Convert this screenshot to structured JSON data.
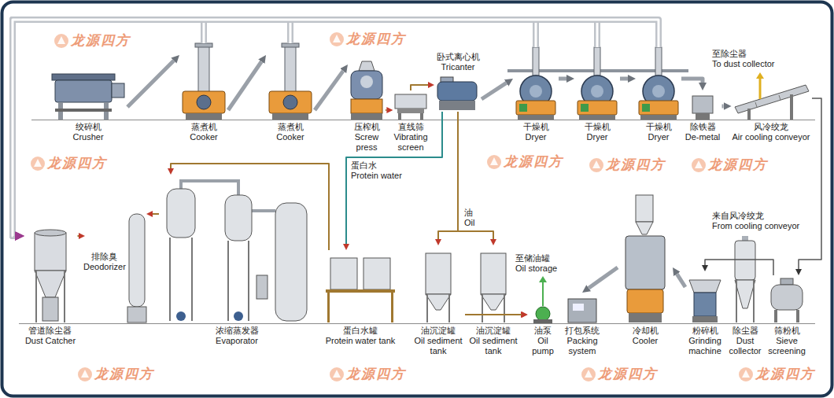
{
  "diagram": {
    "nodes": [
      {
        "text": [
          "绞碎机",
          "Crusher"
        ]
      },
      {
        "text": [
          "蒸煮机",
          "Cooker"
        ]
      },
      {
        "text": [
          "蒸煮机",
          "Cooker"
        ]
      },
      {
        "text": [
          "压榨机",
          "Screw press"
        ]
      },
      {
        "text": [
          "直线筛",
          "Vibrating screen"
        ]
      },
      {
        "text": [
          "卧式离心机",
          "Tricanter"
        ]
      },
      {
        "text": [
          "干燥机",
          "Dryer"
        ]
      },
      {
        "text": [
          "干燥机",
          "Dryer"
        ]
      },
      {
        "text": [
          "干燥机",
          "Dryer"
        ]
      },
      {
        "text": [
          "除铁器",
          "De-metal"
        ]
      },
      {
        "text": [
          "风冷绞龙",
          "Air cooling conveyor"
        ]
      },
      {
        "text": [
          "管道除尘器",
          "Dust Catcher"
        ]
      },
      {
        "text": [
          "排除臭",
          "Deodorizer"
        ]
      },
      {
        "text": [
          "浓缩蒸发器",
          "Evaporator"
        ]
      },
      {
        "text": [
          "蛋白水罐",
          "Protein water tank"
        ]
      },
      {
        "text": [
          "油沉淀罐",
          "Oil sediment tank"
        ]
      },
      {
        "text": [
          "油沉淀罐",
          "Oil sediment tank"
        ]
      },
      {
        "text": [
          "油泵",
          "Oil pump"
        ]
      },
      {
        "text": [
          "打包系统",
          "Packing system"
        ]
      },
      {
        "text": [
          "冷却机",
          "Cooler"
        ]
      },
      {
        "text": [
          "粉碎机",
          "Grinding machine"
        ]
      },
      {
        "text": [
          "除尘器",
          "Dust collector"
        ]
      },
      {
        "text": [
          "筛粉机",
          "Sieve screening"
        ]
      }
    ],
    "edges": [
      {
        "from": 0,
        "to": 1,
        "arrow": "to"
      },
      {
        "from": 1,
        "to": 2,
        "arrow": "to"
      },
      {
        "from": 2,
        "to": 3,
        "arrow": "to"
      },
      {
        "from": 3,
        "to": 4,
        "arrow": "to"
      },
      {
        "from": 4,
        "to": 5,
        "arrow": "to"
      },
      {
        "from": 5,
        "to": 6,
        "arrow": "to"
      },
      {
        "from": 6,
        "to": 7,
        "arrow": "to"
      },
      {
        "from": 7,
        "to": 8,
        "arrow": "to"
      },
      {
        "from": 8,
        "to": 9,
        "arrow": "to"
      },
      {
        "from": 9,
        "to": 10,
        "arrow": "to"
      },
      {
        "from": 1,
        "to": 11,
        "arrow": "to"
      },
      {
        "from": 2,
        "to": 11,
        "arrow": "to"
      },
      {
        "from": 6,
        "to": 11,
        "arrow": "to"
      },
      {
        "from": 7,
        "to": 11,
        "arrow": "to"
      },
      {
        "from": 8,
        "to": 11,
        "arrow": "to"
      },
      {
        "from": 11,
        "to": 12,
        "arrow": "to"
      },
      {
        "from": 13,
        "to": 12,
        "arrow": "to"
      },
      {
        "from": 5,
        "to": 14,
        "arrow": "to"
      },
      {
        "from": 5,
        "to": 15,
        "arrow": "to"
      },
      {
        "from": 5,
        "to": 16,
        "arrow": "to"
      },
      {
        "from": 14,
        "to": 13,
        "arrow": "to"
      },
      {
        "from": 15,
        "to": 17,
        "arrow": "to"
      },
      {
        "from": 16,
        "to": 17,
        "arrow": "to"
      },
      {
        "from": 10,
        "to": 22,
        "arrow": "to"
      },
      {
        "from": 22,
        "to": 20,
        "arrow": "to"
      },
      {
        "from": 20,
        "to": 19,
        "arrow": "to"
      },
      {
        "from": 19,
        "to": 18,
        "arrow": "to"
      }
    ],
    "labels": [
      "至除尘器",
      "To dust collector",
      "蛋白水",
      "Protein water",
      "油",
      "Oil",
      "至储油罐",
      "Oil storage",
      "来自风冷绞龙",
      "From cooling conveyor",
      "龙源四方",
      "龙源四方",
      "龙源四方",
      "龙源四方",
      "龙源四方",
      "龙源四方",
      "龙源四方",
      "龙源四方",
      "龙源四方",
      "龙源四方"
    ]
  }
}
